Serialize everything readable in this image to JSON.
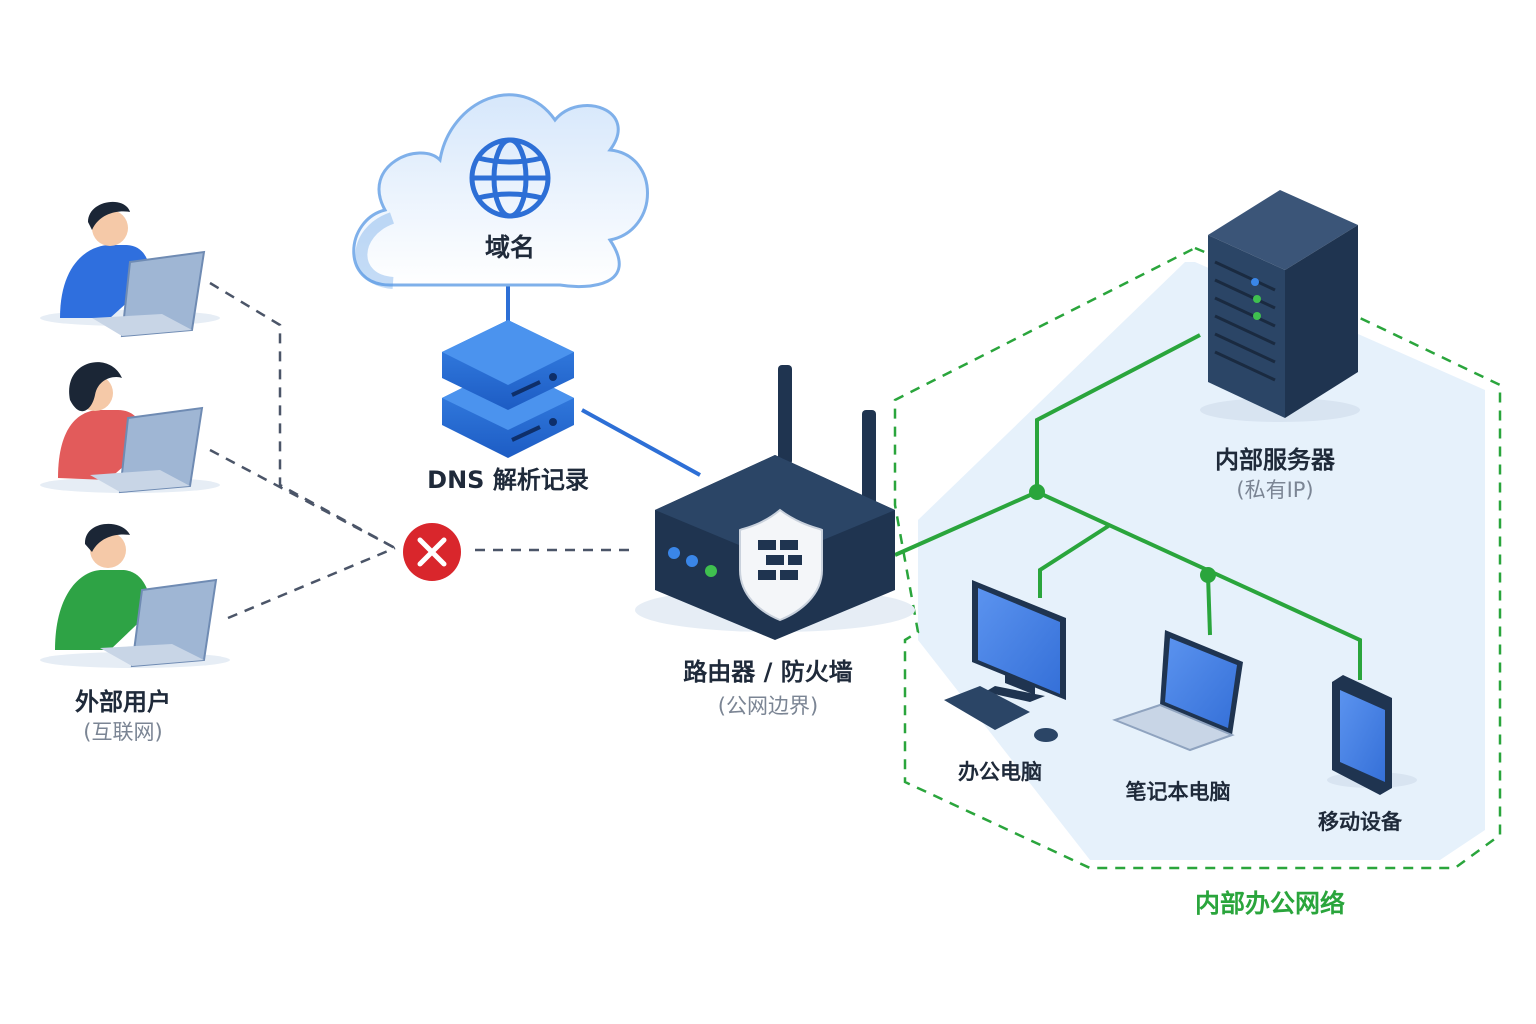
{
  "domain_label": "域名",
  "dns": {
    "label": "DNS 解析记录"
  },
  "external_users": {
    "label": "外部用户",
    "sublabel": "(互联网)"
  },
  "router": {
    "label": "路由器 / 防火墙",
    "sublabel": "(公网边界)"
  },
  "internal_server": {
    "label": "内部服务器",
    "sublabel": "(私有IP)"
  },
  "devices": {
    "office_pc": "办公电脑",
    "laptop": "笔记本电脑",
    "mobile": "移动设备"
  },
  "internal_network": {
    "label": "内部办公网络"
  },
  "colors": {
    "navy": "#1f3450",
    "blue": "#2d6fd6",
    "green": "#2aa53c",
    "zone_fill": "#e6f1fb",
    "blocked": "#d9262c"
  },
  "icons": [
    "cloud-icon",
    "globe-icon",
    "dns-server-icon",
    "user-icon",
    "laptop-icon",
    "blocked-icon",
    "router-icon",
    "firewall-shield-icon",
    "server-rack-icon",
    "desktop-icon",
    "tablet-icon"
  ]
}
